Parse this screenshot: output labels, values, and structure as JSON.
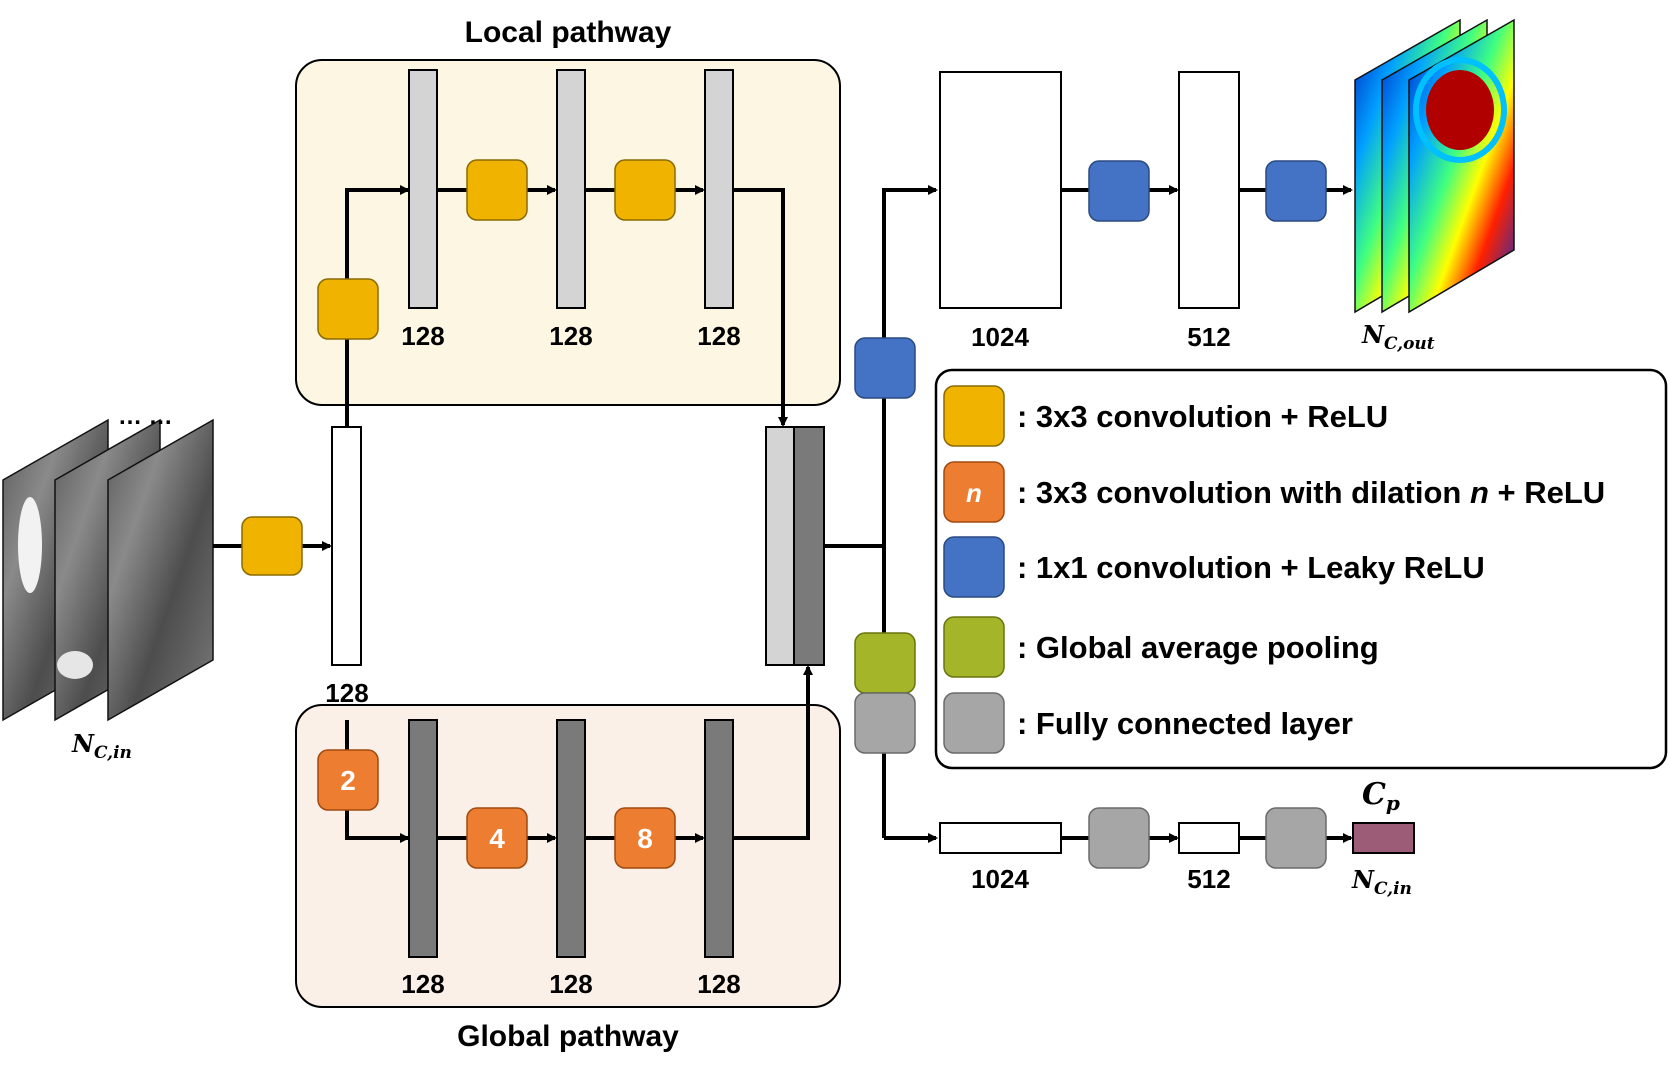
{
  "titles": {
    "local": "Local pathway",
    "global": "Global pathway"
  },
  "input": {
    "label_main": "N",
    "label_sub": "C,in",
    "dots": "…  …"
  },
  "channels": {
    "input_conv": "128",
    "local": [
      "128",
      "128",
      "128"
    ],
    "global": [
      "128",
      "128",
      "128"
    ],
    "top_fc1": "1024",
    "top_fc2": "512",
    "bottom_fc1": "1024",
    "bottom_fc2": "512"
  },
  "dilations": [
    "2",
    "4",
    "8"
  ],
  "output": {
    "label_main": "N",
    "label_sub": "C,out"
  },
  "cp": {
    "label_main": "C",
    "label_sub": "p",
    "below_main": "N",
    "below_sub": "C,in"
  },
  "legend": [
    {
      "color": "#f0b400",
      "text": ": 3x3 convolution + ReLU",
      "glyph": ""
    },
    {
      "color": "#ed7d31",
      "text_pre": ": 3x3 convolution with dilation ",
      "text_em": "n",
      "text_post": " + ReLU",
      "glyph": "n"
    },
    {
      "color": "#4472c4",
      "text": ": 1x1 convolution + Leaky ReLU",
      "glyph": ""
    },
    {
      "color": "#a5b52a",
      "text": ": Global average pooling",
      "glyph": ""
    },
    {
      "color": "#a6a6a6",
      "text": ": Fully connected layer",
      "glyph": ""
    }
  ],
  "colors": {
    "conv": "#f0b400",
    "dilated": "#ed7d31",
    "leaky": "#4472c4",
    "gap": "#a5b52a",
    "fc": "#a6a6a6",
    "local_bg": "#fdf6e3",
    "global_bg": "#fbf0e8",
    "cp": "#9c5c78"
  }
}
